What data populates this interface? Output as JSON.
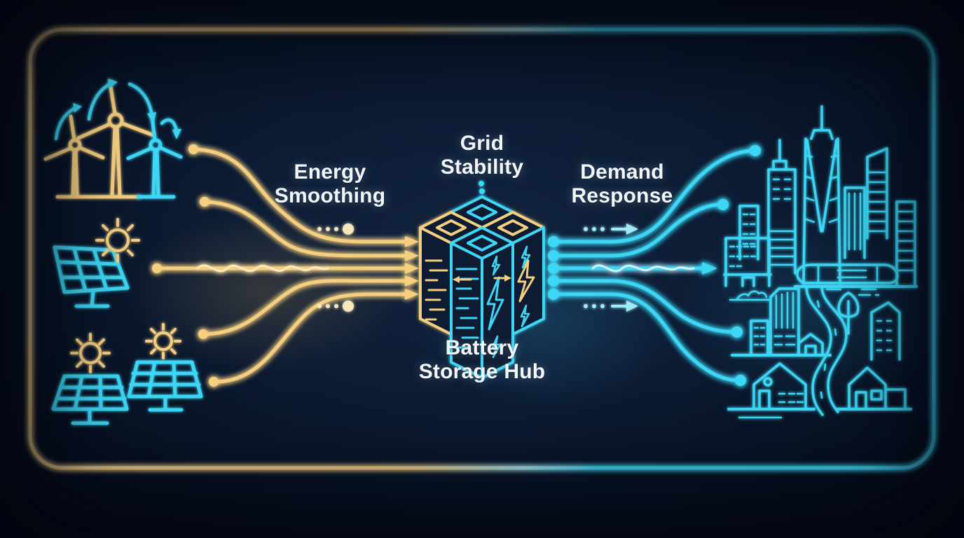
{
  "page": {
    "title": "Battery Storage Hub energy flow infographic"
  },
  "labels": {
    "energy_smoothing": "Energy\nSmoothing",
    "grid_stability": "Grid\nStability",
    "demand_response": "Demand\nResponse",
    "battery_storage_hub": "Battery\nStorage Hub"
  },
  "colors": {
    "background": "#0a1628",
    "neon_amber": "#f5cf80",
    "neon_cyan": "#3ed7f5",
    "label_text": "#f3f6fa",
    "border_gradient_left": "#f6d289",
    "border_gradient_right": "#41d8f6"
  },
  "icons": {
    "sources": [
      "wind-turbines-icon",
      "solar-panel-icon",
      "solar-farm-icon"
    ],
    "hub": "battery-storage-hub-icon",
    "destination": "city-skyline-icon"
  },
  "flows": {
    "lines_into_hub": 5,
    "lines_out_of_hub": 5
  }
}
